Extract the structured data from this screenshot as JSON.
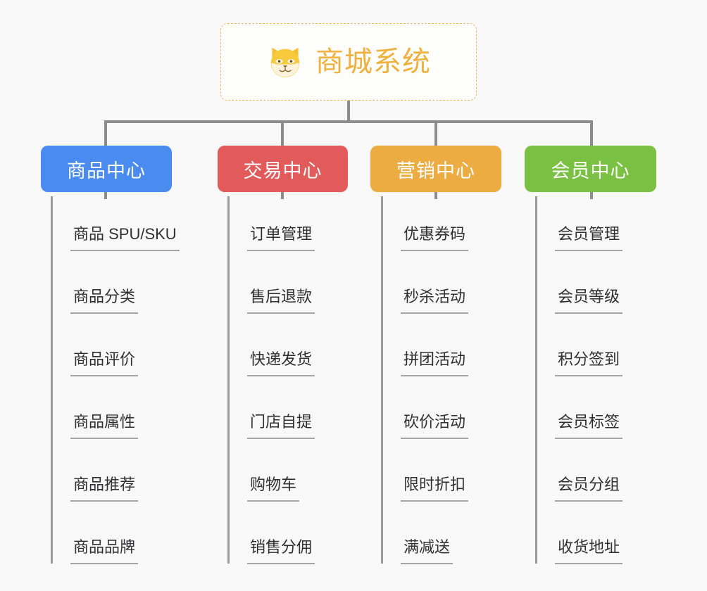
{
  "background_color": "#f8f8f8",
  "root": {
    "title": "商城系统",
    "icon": "shiba-dog-face-icon",
    "border_color": "#edb95c",
    "text_color": "#f0b03c",
    "background_color": "#fdfdfc"
  },
  "connector_color": "#8c8c8c",
  "branches": [
    {
      "label": "商品中心",
      "color": "#4a8bf0",
      "items": [
        "商品 SPU/SKU",
        "商品分类",
        "商品评价",
        "商品属性",
        "商品推荐",
        "商品品牌"
      ]
    },
    {
      "label": "交易中心",
      "color": "#e25a5a",
      "items": [
        "订单管理",
        "售后退款",
        "快递发货",
        "门店自提",
        "购物车",
        "销售分佣"
      ]
    },
    {
      "label": "营销中心",
      "color": "#edac42",
      "items": [
        "优惠券码",
        "秒杀活动",
        "拼团活动",
        "砍价活动",
        "限时折扣",
        "满减送"
      ]
    },
    {
      "label": "会员中心",
      "color": "#7ac143",
      "items": [
        "会员管理",
        "会员等级",
        "积分签到",
        "会员标签",
        "会员分组",
        "收货地址"
      ]
    }
  ]
}
